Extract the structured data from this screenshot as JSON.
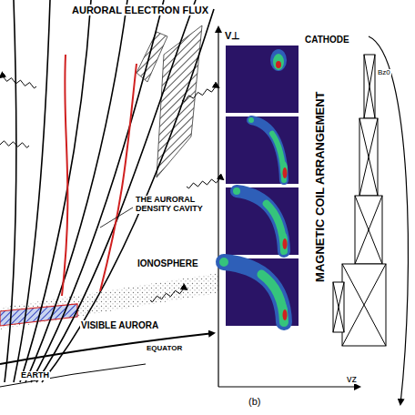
{
  "diagram": {
    "labels": [
      "AURORAL ELECTRON FLUX",
      "THE AURORAL DENSITY CAVITY",
      "IONOSPHERE",
      "VISIBLE AURORA",
      "EARTH",
      "EQUATOR",
      "V⊥",
      "vz",
      "(b)",
      "CATHODE",
      "Bz0",
      "MAGNETIC COIL ARRANGEMENT"
    ]
  }
}
